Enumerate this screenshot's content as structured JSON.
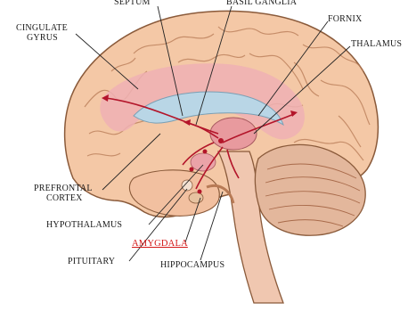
{
  "labels": {
    "septum": "SEPTUM",
    "basal_ganglia": "BASIL GANGLIA",
    "cingulate_gyrus_1": "CINGULATE",
    "cingulate_gyrus_2": "GYRUS",
    "fornix": "FORNIX",
    "thalamus": "THALAMUS",
    "prefrontal_cortex_1": "PREFRONTAL",
    "prefrontal_cortex_2": "CORTEX",
    "hypothalamus": "HYPOTHALAMUS",
    "amygdala": "AMYGDALA",
    "pituitary": "PITUITARY",
    "hippocampus": "HIPPOCAMPUS"
  },
  "colors": {
    "cortex_fill": "#f4c8a6",
    "cortex_outline": "#8a5a3a",
    "limbic_pink": "#efb0b4",
    "ventricle_blue": "#b9d6e6",
    "cerebellum": "#e3b79c",
    "brainstem": "#f0c7b0",
    "pathway_red": "#b3152a",
    "highlight_label": "#d41616"
  }
}
